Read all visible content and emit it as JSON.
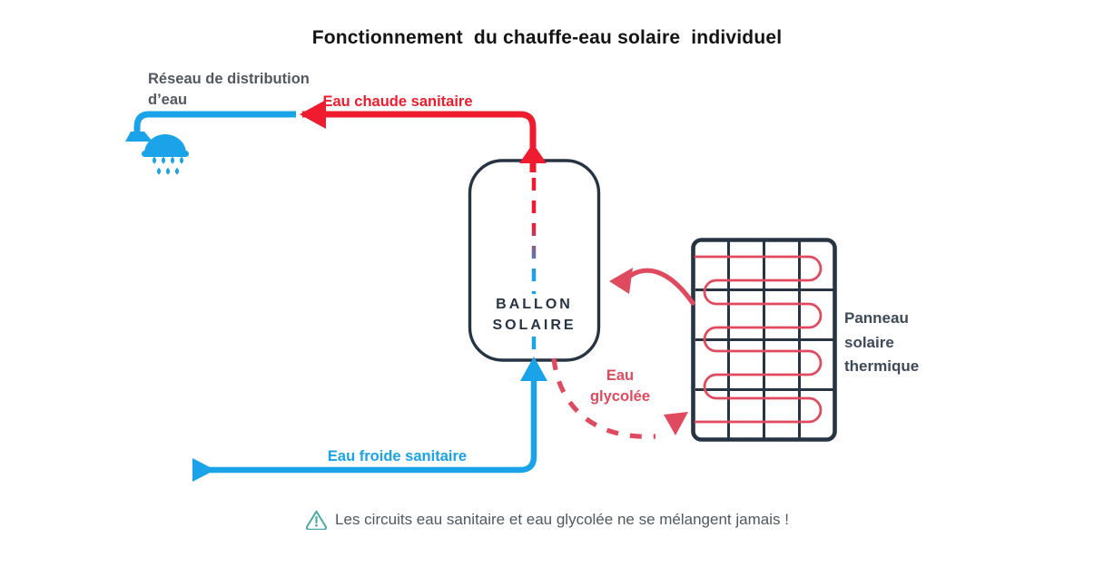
{
  "title": "Fonctionnement  du chauffe-eau solaire  individuel",
  "labels": {
    "network": {
      "line1": "Réseau de distribution",
      "line2": "d’eau"
    },
    "hot_water": "Eau chaude sanitaire",
    "tank": {
      "line1": "BALLON",
      "line2": "SOLAIRE"
    },
    "panel": {
      "line1": "Panneau",
      "line2": "solaire",
      "line3": "thermique"
    },
    "glycol": {
      "line1": "Eau",
      "line2": "glycolée"
    },
    "cold_water": "Eau froide sanitaire"
  },
  "footer": {
    "icon": "warning-triangle-icon",
    "text": "Les circuits eau sanitaire et eau glycolée ne se mélangent jamais !"
  },
  "icons": {
    "shower": "shower-head-icon",
    "warning": "warning-triangle-icon"
  },
  "colors": {
    "hot_red": "#ee1c2e",
    "water_blue": "#1aa3e8",
    "glycol_crimson": "#e04a5f",
    "outline_navy": "#263444",
    "label_slate": "#53575e",
    "panel_label_slate": "#3d4a59",
    "warning_teal": "#4aa9a5",
    "title_black": "#141414"
  }
}
